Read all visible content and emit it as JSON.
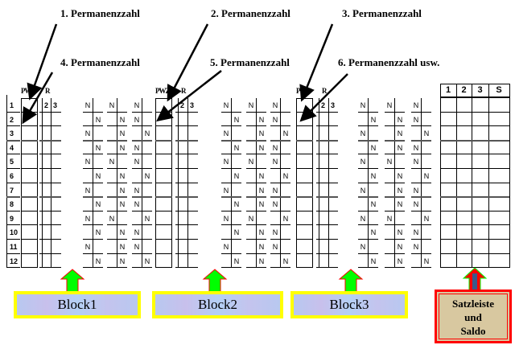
{
  "labels": {
    "p1": "1. Permanenzzahl",
    "p2": "2. Permanenzzahl",
    "p3": "3. Permanenzzahl",
    "p4": "4. Permanenzzahl",
    "p5": "5. Permanenzzahl",
    "p6": "6. Permanenzzahl usw."
  },
  "block_headers": {
    "pwz": "PWZ",
    "r": "R",
    "col2": "2",
    "col3": "3"
  },
  "row_numbers": [
    "1",
    "2",
    "3",
    "4",
    "5",
    "6",
    "7",
    "8",
    "9",
    "10",
    "11",
    "12"
  ],
  "n_mark": "N",
  "n_pattern": [
    [
      "L",
      "L",
      "L"
    ],
    [
      "R",
      "R",
      "L"
    ],
    [
      "L",
      "R",
      "R"
    ],
    [
      "R",
      "R",
      "L"
    ],
    [
      "L",
      "L",
      "L"
    ],
    [
      "R",
      "R",
      "R"
    ],
    [
      "L",
      "R",
      "L"
    ],
    [
      "R",
      "R",
      "L"
    ],
    [
      "L",
      "L",
      "R"
    ],
    [
      "R",
      "R",
      "L"
    ],
    [
      "L",
      "R",
      "L"
    ],
    [
      "R",
      "R",
      "R"
    ]
  ],
  "blocks": [
    {
      "label": "Block1"
    },
    {
      "label": "Block2"
    },
    {
      "label": "Block3"
    }
  ],
  "summary_table": {
    "headers": [
      "1",
      "2",
      "3",
      "S"
    ]
  },
  "summary_button": {
    "line1": "Satzleiste",
    "line2": "und",
    "line3": "Saldo"
  },
  "colors": {
    "arrow_up": "#00ff00",
    "arrow_border": "#ff0000",
    "button_border": "#ffff00"
  }
}
